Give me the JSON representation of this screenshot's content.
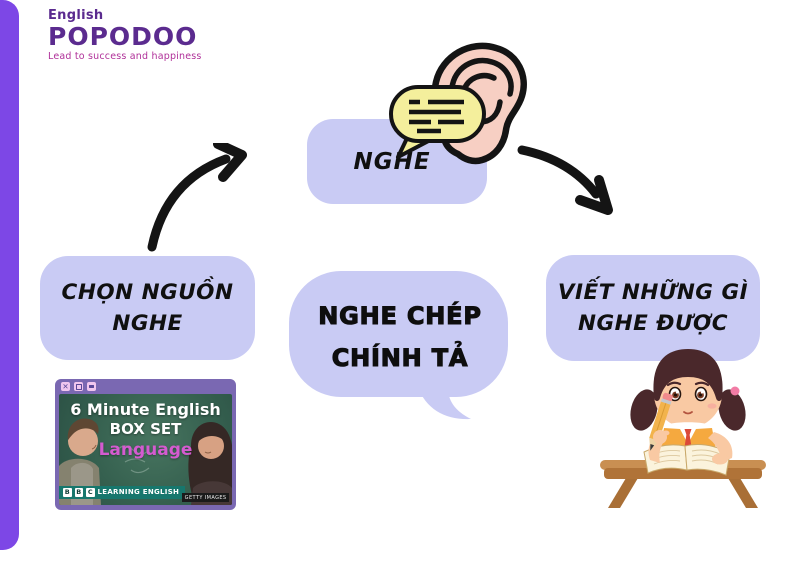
{
  "page": {
    "background": "#ffffff",
    "accent_bar_color": "#7D47E6",
    "box_color": "#C9CBF4"
  },
  "logo": {
    "brand_top": "English",
    "brand": "POPODOO",
    "tagline": "Lead to success and happiness",
    "brand_color": "#5B2B8F",
    "tagline_color": "#B03099"
  },
  "flow": {
    "top_box": {
      "label": "NGHE"
    },
    "left_box": {
      "line1": "CHỌN NGUỒN",
      "line2": "NGHE"
    },
    "center_bubble": {
      "line1": "NGHE CHÉP",
      "line2": "CHÍNH TẢ"
    },
    "right_box": {
      "line1": "VIẾT NHỮNG GÌ",
      "line2": "NGHE ĐƯỢC"
    }
  },
  "video_window": {
    "title_line1": "6 Minute English",
    "title_line2": "BOX SET",
    "title_line3": "Language",
    "title_line3_color": "#D45BD0",
    "brand_blocks": [
      "B",
      "B",
      "C"
    ],
    "brand_text": "LEARNING ENGLISH",
    "credit": "GETTY IMAGES",
    "frame_color": "#7A68B2",
    "board_color": "#35604F",
    "strip_color": "#17776D",
    "controls": [
      "close",
      "maximize",
      "minimize"
    ]
  },
  "icons": {
    "ear": "ear-icon",
    "speech_bubble": "speech-bubble-icon",
    "arrow_left": "curved-arrow-up-right-icon",
    "arrow_right": "curved-arrow-down-right-icon",
    "girl": "girl-writing-illustration"
  }
}
